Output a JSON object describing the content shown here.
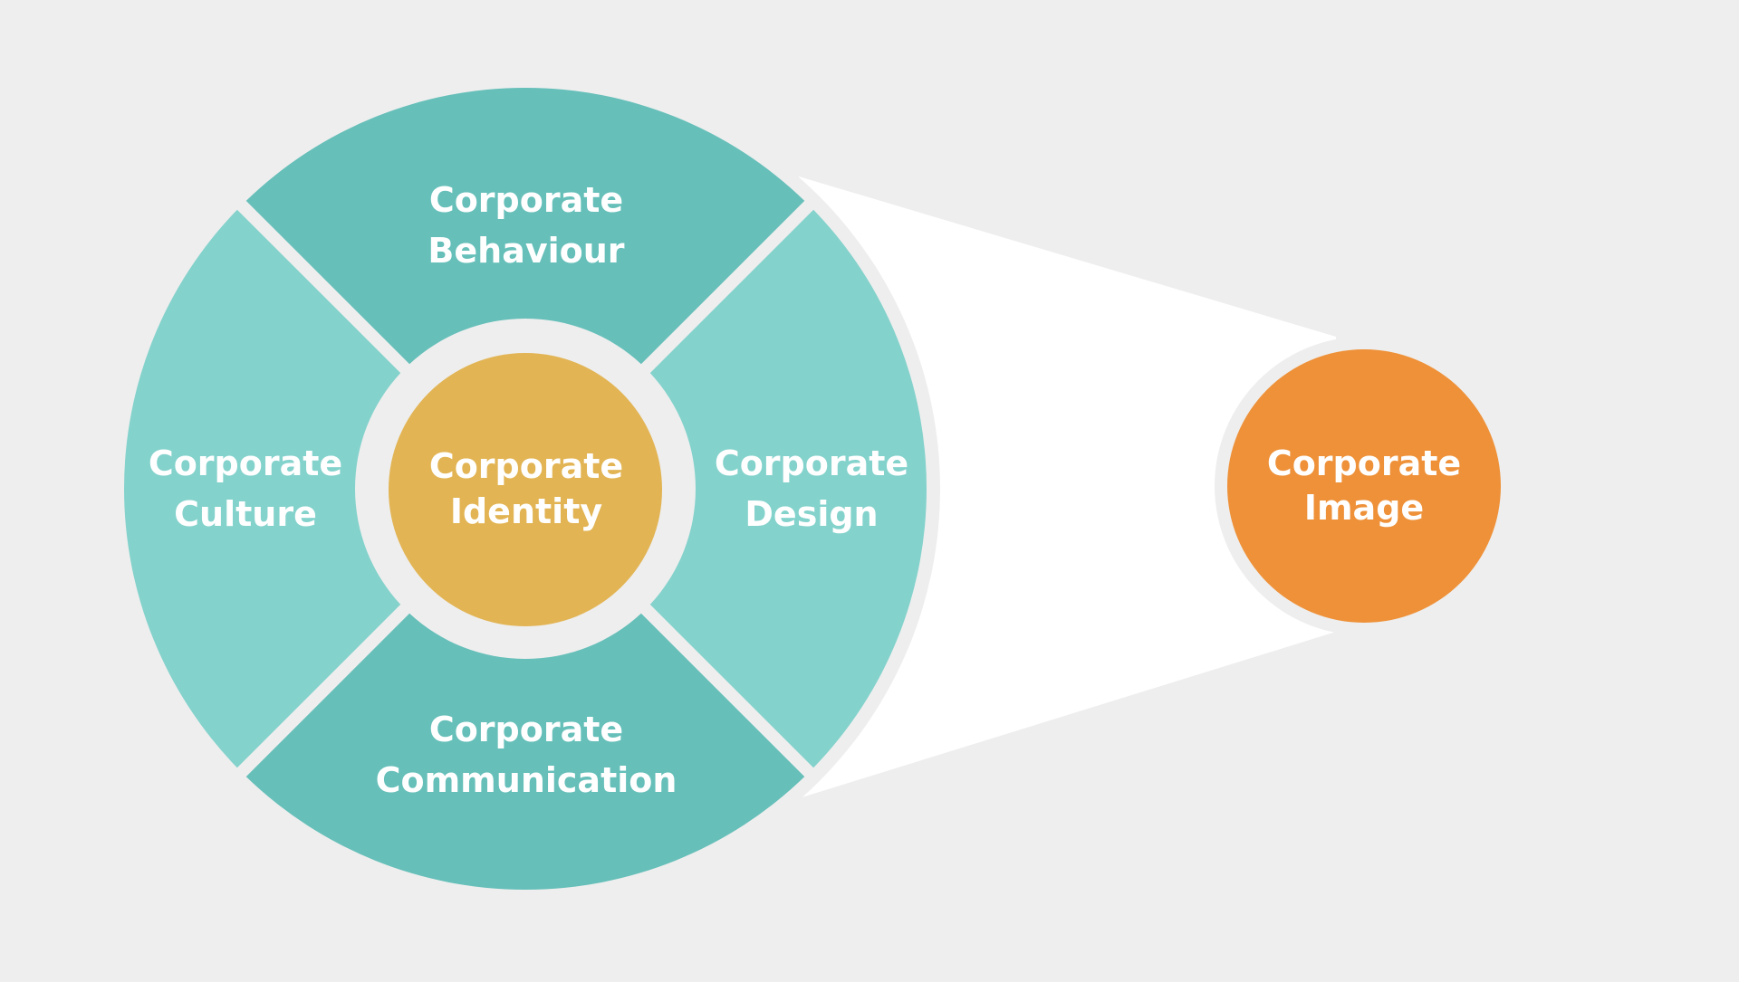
{
  "diagram": {
    "segments": {
      "top": {
        "line1": "Corporate",
        "line2": "Behaviour"
      },
      "left": {
        "line1": "Corporate",
        "line2": "Culture"
      },
      "right": {
        "line1": "Corporate",
        "line2": "Design"
      },
      "bottom": {
        "line1": "Corporate",
        "line2": "Communication"
      }
    },
    "center": {
      "line1": "Corporate",
      "line2": "Identity"
    },
    "result": {
      "line1": "Corporate",
      "line2": "Image"
    }
  },
  "colors": {
    "background": "#eeeeee",
    "teal_dark": "#66bfb9",
    "teal_light": "#84d2cc",
    "center_gold": "#e2b454",
    "result_orange": "#ee9139",
    "beam": "#ffffff",
    "text": "#ffffff"
  }
}
